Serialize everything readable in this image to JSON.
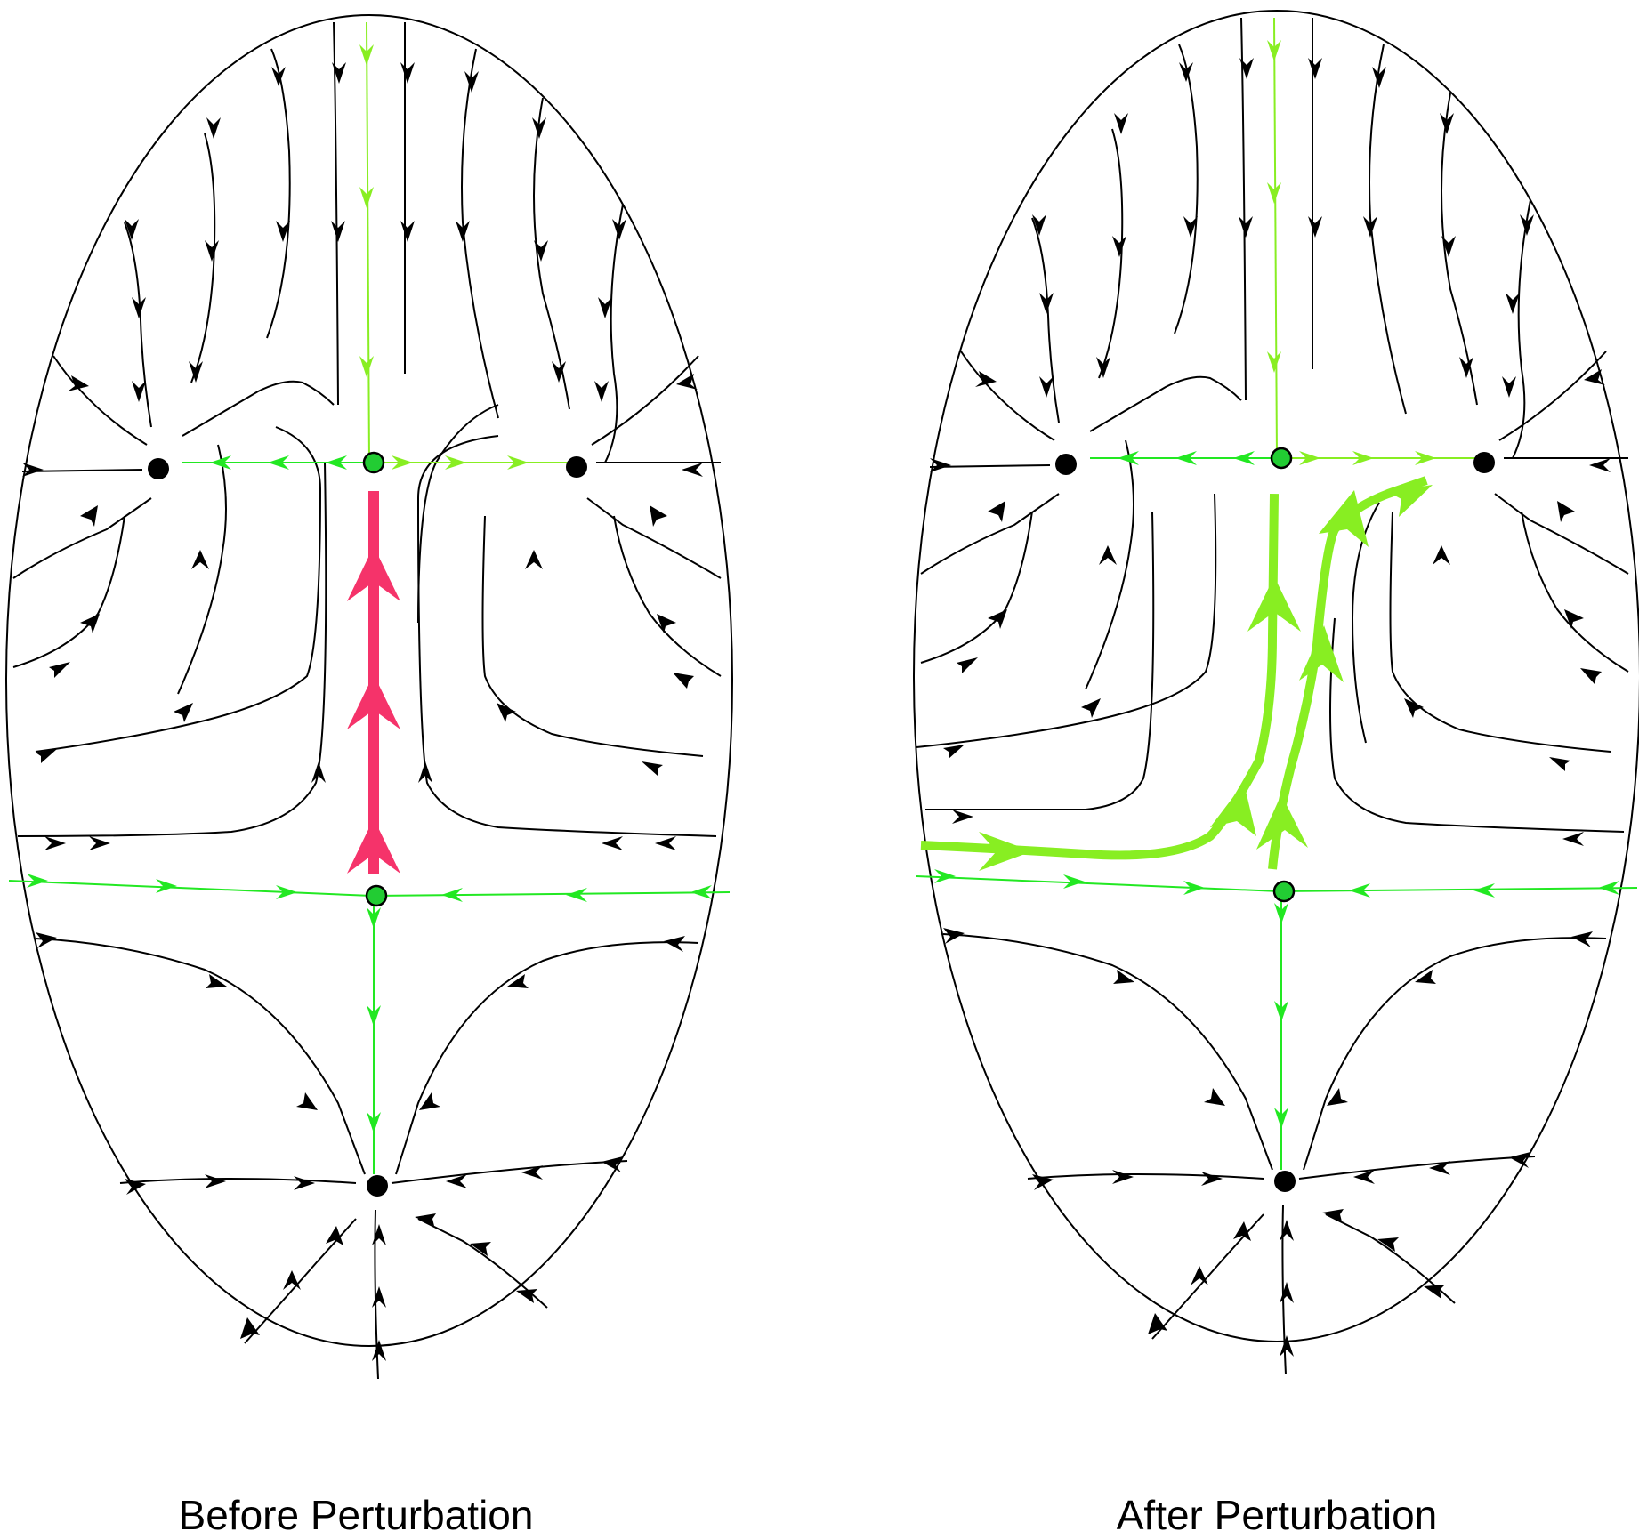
{
  "panels": [
    {
      "id": "before",
      "caption": "Before Perturbation",
      "highlight": "connection"
    },
    {
      "id": "after",
      "caption": "After Perturbation",
      "highlight": "broken"
    }
  ],
  "colors": {
    "flow": "#000000",
    "separatrix": "#22e822",
    "separatrix_light": "#88ee22",
    "connection": "#f5336a",
    "perturbed": "#88ee22",
    "saddle_fill": "#22cc33",
    "node_fill": "#000000"
  }
}
